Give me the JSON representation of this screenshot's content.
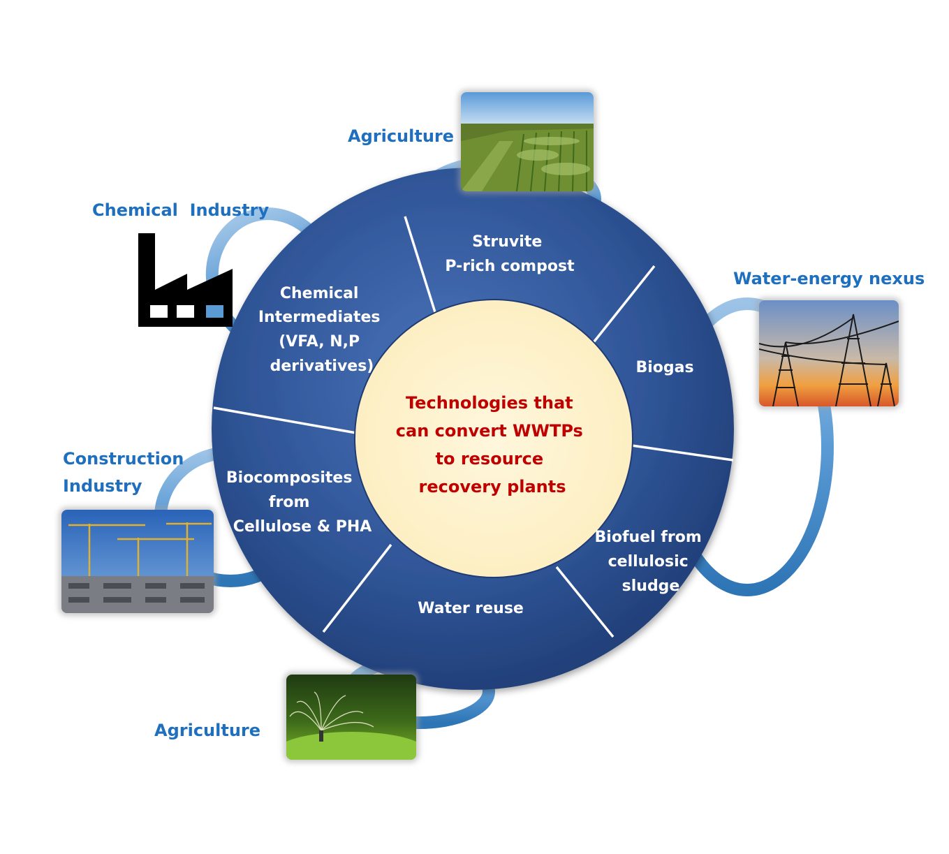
{
  "center": {
    "lines": [
      "Technologies that",
      "can convert WWTPs",
      "to resource",
      "recovery plants"
    ],
    "color": "#c00000"
  },
  "segments": [
    {
      "id": "struvite",
      "lines": [
        "Struvite",
        "P-rich compost"
      ]
    },
    {
      "id": "biogas",
      "lines": [
        "Biogas"
      ]
    },
    {
      "id": "biofuel",
      "lines": [
        "Biofuel from",
        "cellulosic",
        "sludge"
      ]
    },
    {
      "id": "water-reuse",
      "lines": [
        "Water reuse"
      ]
    },
    {
      "id": "biocomposites",
      "lines": [
        "Biocomposites",
        "from",
        "Cellulose & PHA"
      ]
    },
    {
      "id": "chemical-intermediates",
      "lines": [
        "Chemical",
        "Intermediates",
        "(VFA, N,P",
        "derivatives)"
      ]
    }
  ],
  "outer": [
    {
      "id": "agriculture-top",
      "lines": [
        "Agriculture"
      ],
      "icon": "cornfield-photo"
    },
    {
      "id": "chemical-industry",
      "lines": [
        "Chemical  Industry"
      ],
      "icon": "factory-icon"
    },
    {
      "id": "water-energy",
      "lines": [
        "Water-energy nexus"
      ],
      "icon": "power-lines-photo"
    },
    {
      "id": "construction",
      "lines": [
        "Construction",
        "Industry"
      ],
      "icon": "construction-cranes-photo"
    },
    {
      "id": "agriculture-bottom",
      "lines": [
        "Agriculture"
      ],
      "icon": "sprinkler-photo"
    }
  ],
  "colors": {
    "disc": "#2f5597",
    "disc_dark": "#1f3b73",
    "center_fill": "#fff2cc",
    "loop": "#5b9bd5",
    "label_blue": "#1f6fbf",
    "segment_text": "#ffffff"
  }
}
